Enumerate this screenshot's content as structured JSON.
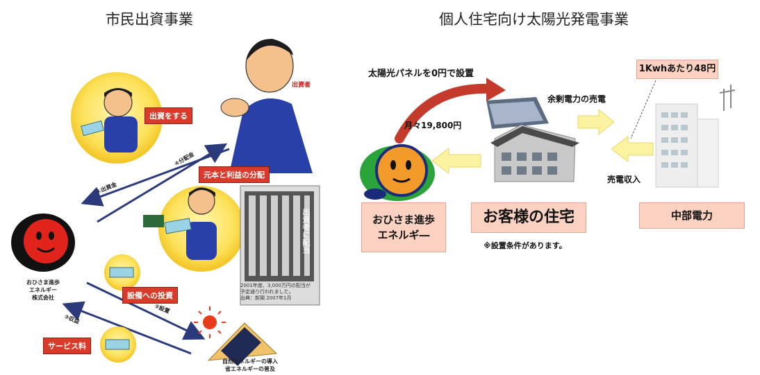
{
  "left": {
    "title": "市民出資事業",
    "labels": {
      "invest": "出資をする",
      "principal": "元本と利益の分配",
      "facility": "設備への投資",
      "service_fee": "サービス料"
    },
    "small": {
      "investor": "出資者",
      "arrow_invest": "①出資金",
      "arrow_dividend": "④分配金",
      "arrow_income": "③収益",
      "arrow_install": "②設置",
      "company": "おひさま進歩\nエネルギー\n株式会社",
      "energy": "自然エネルギーの導入\n省エネルギーの普及",
      "newspaper_headline": "出資者に配当",
      "newspaper_caption": "2001年度、3,000万円の配当が\n予定通り行われました。\n出典：新聞 2007年1月"
    }
  },
  "right": {
    "title": "個人住宅向け太陽光発電事業",
    "install_label": "太陽光パネルを0円で設置",
    "monthly_fee": "月々19,800円",
    "surplus_sale": "余剰電力の売電",
    "price": "1Kwhあたり48円",
    "sale_income": "売電収入",
    "company_box": "おひさま進歩\nエネルギ―",
    "home_box": "お客様の住宅",
    "note": "※設置条件があります。",
    "utility_box": "中部電力"
  },
  "colors": {
    "red_label": "#d93a2a",
    "pink_box": "#fbd2c2",
    "arrow_yellow": "#fbf3a0",
    "sun_yellow": "#fde15a",
    "navy_arrow": "#2b3a7a"
  }
}
